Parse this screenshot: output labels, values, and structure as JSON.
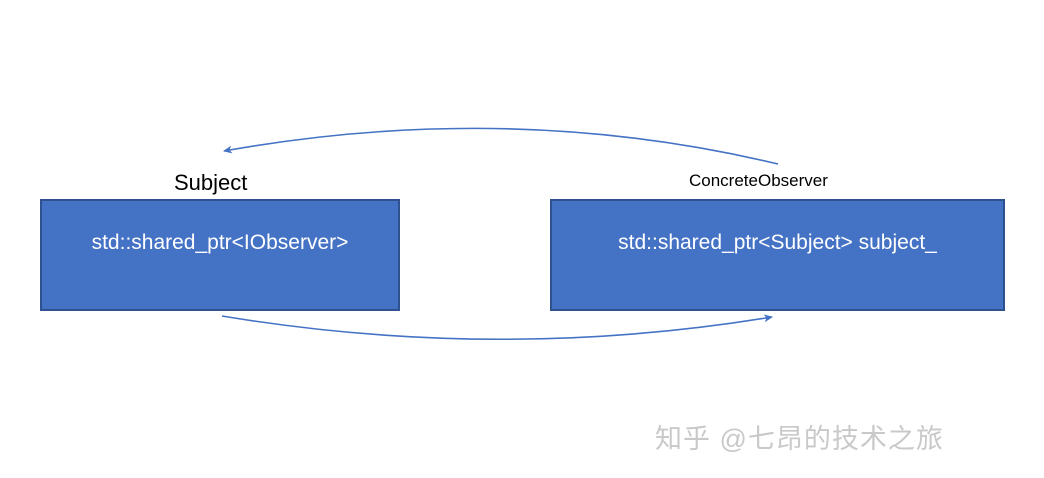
{
  "diagram": {
    "nodes": [
      {
        "id": "subject",
        "title": "Subject",
        "body": "std::shared_ptr<IObserver>"
      },
      {
        "id": "concrete-observer",
        "title": "ConcreteObserver",
        "body": "std::shared_ptr<Subject> subject_"
      }
    ],
    "edges": [
      {
        "id": "top-arrow",
        "from": "concrete-observer",
        "to": "subject"
      },
      {
        "id": "bottom-arrow",
        "from": "subject",
        "to": "concrete-observer"
      }
    ],
    "colors": {
      "box_fill": "#4472c4",
      "box_border": "#2f528f",
      "box_text": "#ffffff",
      "label_text": "#000000",
      "arrow": "#4472c4"
    }
  },
  "watermark": {
    "text": "知乎 @七昂的技术之旅",
    "color": "#c9c9c9"
  }
}
